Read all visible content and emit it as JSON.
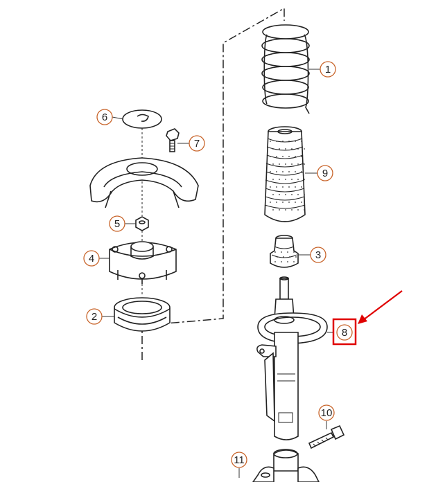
{
  "diagram": {
    "callouts": [
      {
        "id": "c1",
        "label": "1"
      },
      {
        "id": "c2",
        "label": "2"
      },
      {
        "id": "c3",
        "label": "3"
      },
      {
        "id": "c4",
        "label": "4"
      },
      {
        "id": "c5",
        "label": "5"
      },
      {
        "id": "c6",
        "label": "6"
      },
      {
        "id": "c7",
        "label": "7"
      },
      {
        "id": "c8",
        "label": "8"
      },
      {
        "id": "c9",
        "label": "9"
      },
      {
        "id": "c10",
        "label": "10"
      },
      {
        "id": "c11",
        "label": "11"
      }
    ],
    "highlight": {
      "target": "8",
      "color": "#e00000"
    },
    "accent": "#c8642a"
  }
}
